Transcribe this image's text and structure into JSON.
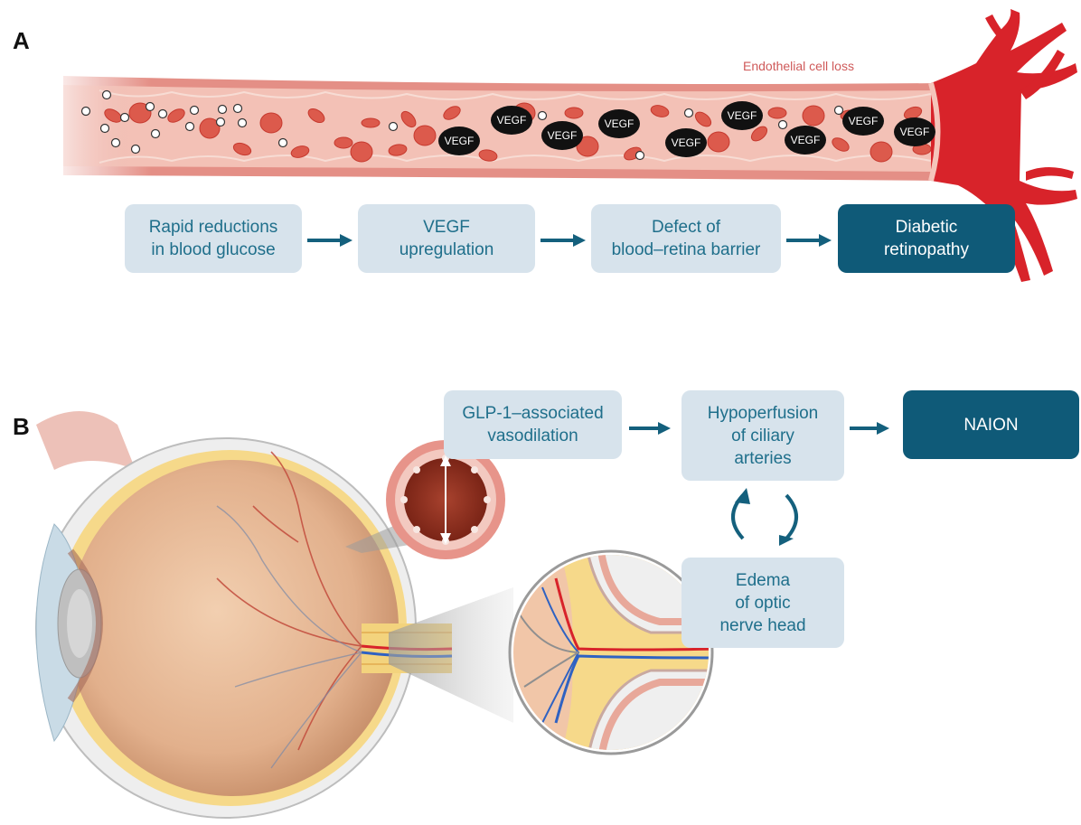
{
  "panel_a": {
    "label": "A",
    "annotation": "Endothelial cell loss",
    "vegf_label": "VEGF",
    "flow": [
      {
        "text": "Rapid reductions\nin blood glucose",
        "style": "light"
      },
      {
        "text": "VEGF\nupregulation",
        "style": "light"
      },
      {
        "text": "Defect of\nblood–retina barrier",
        "style": "light"
      },
      {
        "text": "Diabetic\nretinopathy",
        "style": "dark"
      }
    ]
  },
  "panel_b": {
    "label": "B",
    "boxes": {
      "vasodilation": "GLP-1–associated\nvasodilation",
      "hypoperfusion": "Hypoperfusion\nof ciliary\narteries",
      "naion": "NAION",
      "edema": "Edema\nof optic\nnerve head"
    }
  },
  "colors": {
    "box_light": "#d7e3ec",
    "box_text": "#1f6f8b",
    "box_dark": "#0f5a78",
    "arrow": "#14607d",
    "vessel_red": "#d8232a",
    "vessel_wall": "#e9a8a0",
    "vegf_blob": "#111111"
  }
}
